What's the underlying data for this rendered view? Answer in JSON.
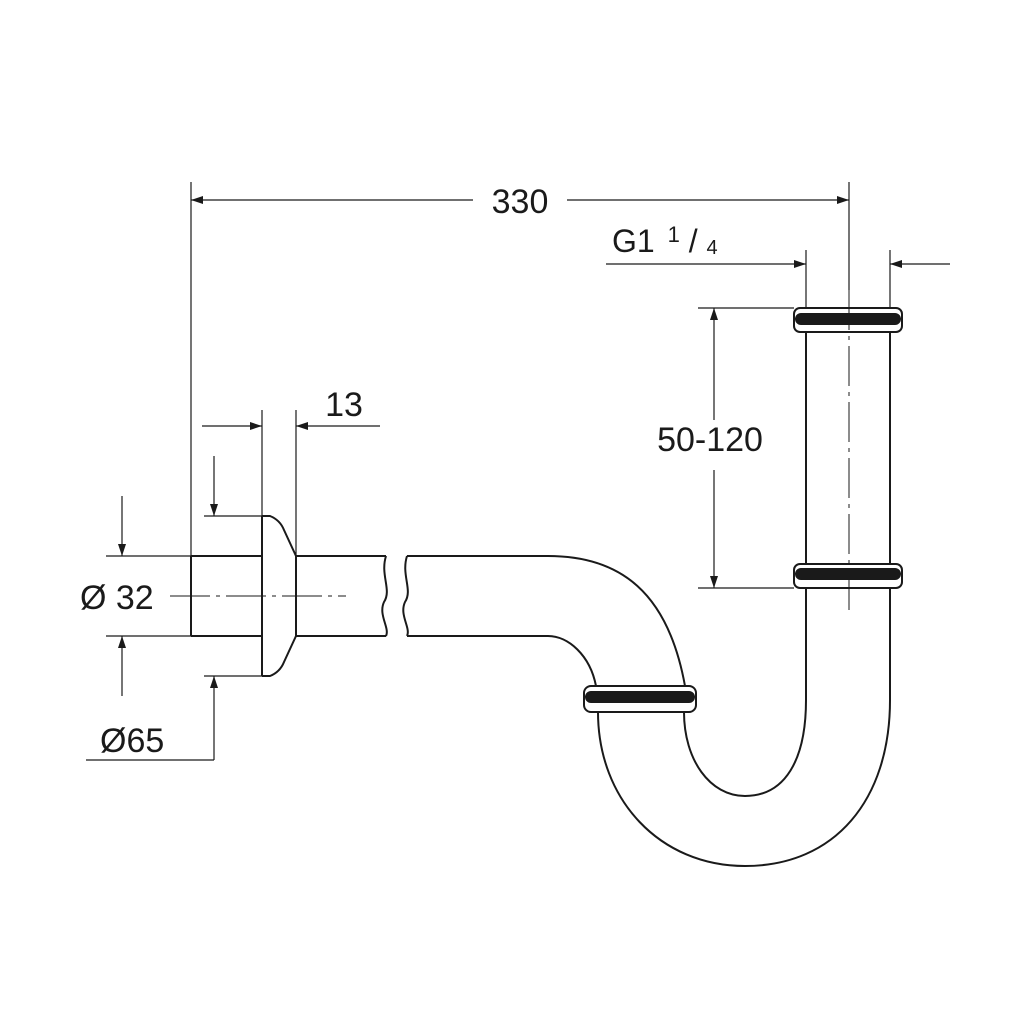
{
  "drawing": {
    "colors": {
      "ink": "#1a1a1a",
      "background": "#ffffff"
    },
    "dimensions": {
      "overall_width": "330",
      "thread": {
        "main": "G1",
        "frac_num": "1",
        "frac_den": "4"
      },
      "height_range": "50-120",
      "flange_thickness": "13",
      "pipe_diameter": "Ø 32",
      "rosette_diameter": "Ø65"
    }
  }
}
